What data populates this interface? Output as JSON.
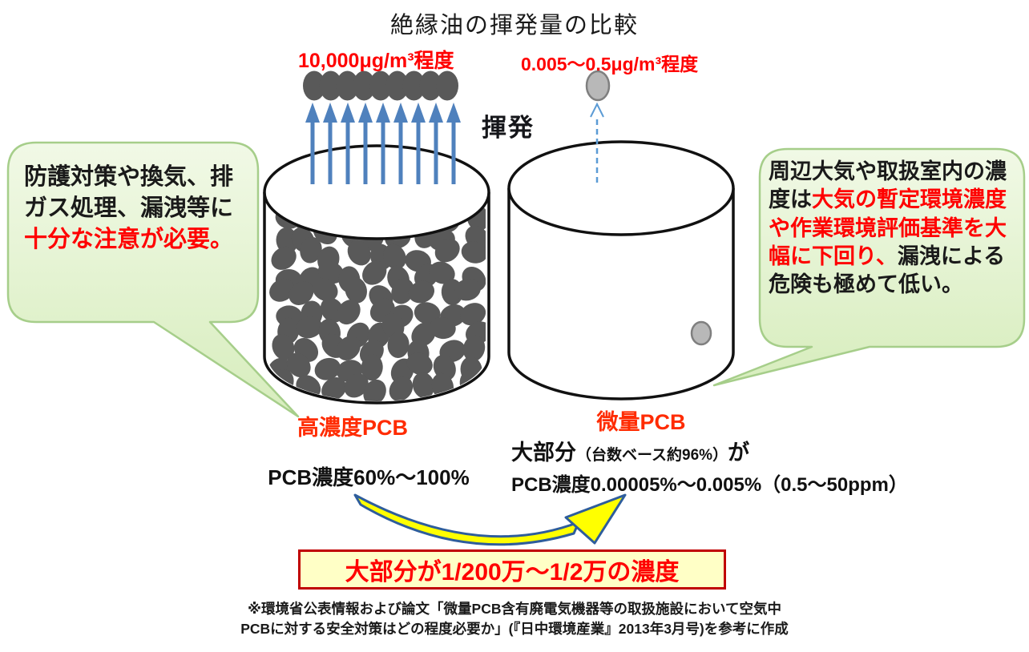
{
  "title": "絶縁油の揮発量の比較",
  "volatilization_label": "揮発",
  "left_tank": {
    "emission_rate": "10,000μg/m³程度",
    "name": "高濃度PCB",
    "concentration": "PCB濃度60%～100%"
  },
  "right_tank": {
    "emission_rate": "0.005～0.5μg/m³程度",
    "name": "微量PCB",
    "share_prefix": "大部分",
    "share_paren": "（台数ベース約96%）",
    "share_suffix": "が",
    "concentration": "PCB濃度0.00005%～0.005%（0.5～50ppm）"
  },
  "left_callout": {
    "black": "防護対策や換気、排ガス処理、漏洩等に",
    "red": "十分な注意が必要。"
  },
  "right_callout": {
    "black1": "周辺大気や取扱室内の濃度は",
    "red": "大気の暫定環境濃度や作業環境評価基準を大幅に下回り、",
    "black2": "漏洩による危険も極めて低い。"
  },
  "conclusion": "大部分が1/200万～1/2万の濃度",
  "footnote_line1": "※環境省公表情報および論文「微量PCB含有廃電気機器等の取扱施設において空気中",
  "footnote_line2": "PCBに対する安全対策はどの程度必要か」(『日中環境産業』2013年3月号)を参考に作成",
  "figure": {
    "left_fill_molecule_count": 90,
    "left_escaping_molecule_count": 9,
    "left_arrow_count": 9,
    "right_fill_molecule_count": 1,
    "right_escaping_molecule_count": 1
  },
  "colors": {
    "red_text": "#ff0000",
    "label_red": "#ff2b00",
    "arrow_blue": "#4f81bd",
    "dashed_arrow_blue": "#5b9bd5",
    "molecule_dark": "#595959",
    "molecule_light_fill": "#b8b8b8",
    "molecule_light_stroke": "#7f7f7f",
    "cylinder_stroke": "#111111",
    "bubble_border": "#a6ce8a",
    "bubble_fill_top": "#eff8e3",
    "bubble_fill_bottom": "#d7edbd",
    "conclusion_bg": "#ffffc6",
    "conclusion_border": "#c00000",
    "swoosh_fill": "#ffff00",
    "swoosh_stroke": "#2e5d9c"
  }
}
